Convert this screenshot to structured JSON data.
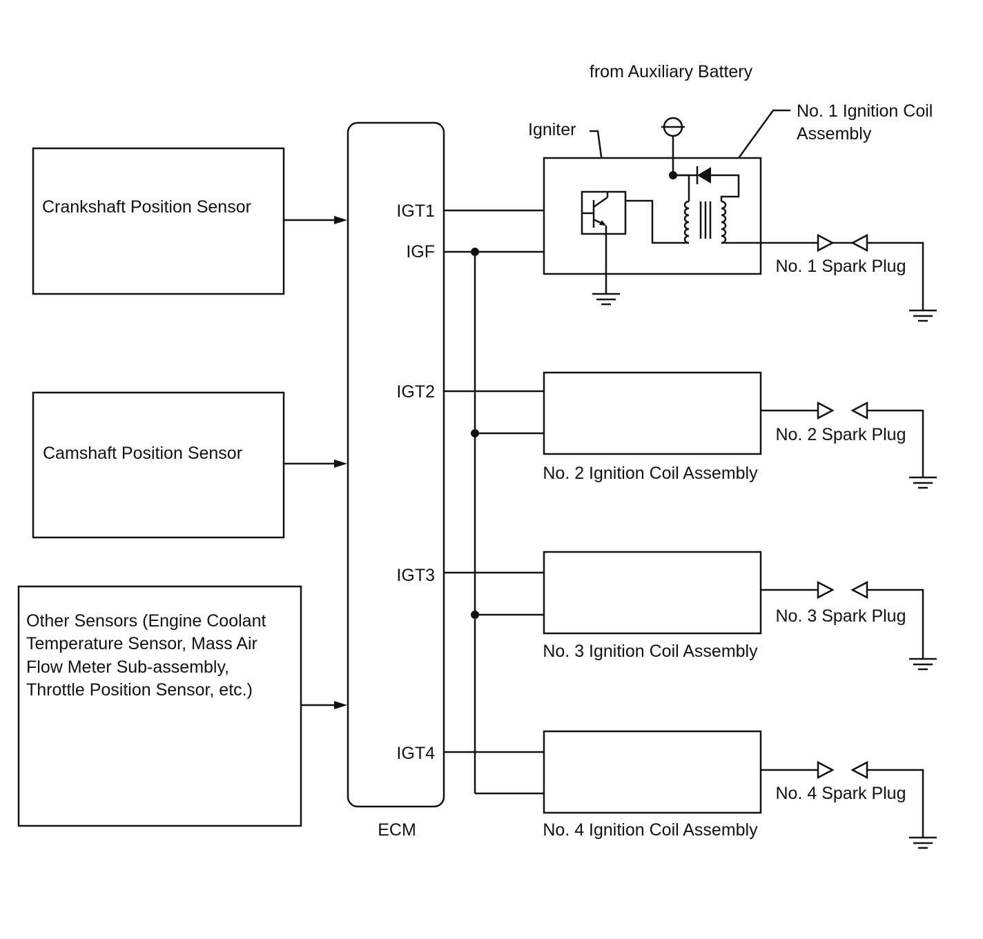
{
  "sensors": {
    "crankshaft": "Crankshaft Position Sensor",
    "camshaft": "Camshaft Position Sensor",
    "other": [
      "Other Sensors (Engine Coolant",
      "Temperature Sensor, Mass Air",
      "Flow Meter Sub-assembly,",
      "Throttle Position Sensor, etc.)"
    ]
  },
  "ecm": {
    "label": "ECM",
    "pins": {
      "igt1": "IGT1",
      "igf": "IGF",
      "igt2": "IGT2",
      "igt3": "IGT3",
      "igt4": "IGT4"
    }
  },
  "coil1": {
    "supply": "from Auxiliary Battery",
    "igniter": "Igniter",
    "label_line1": "No. 1 Ignition Coil",
    "label_line2": "Assembly"
  },
  "coils": {
    "no2": "No. 2 Ignition Coil Assembly",
    "no3": "No. 3 Ignition Coil Assembly",
    "no4": "No. 4 Ignition Coil Assembly"
  },
  "plugs": {
    "no1": "No. 1 Spark Plug",
    "no2": "No. 2 Spark Plug",
    "no3": "No. 3 Spark Plug",
    "no4": "No. 4 Spark Plug"
  }
}
